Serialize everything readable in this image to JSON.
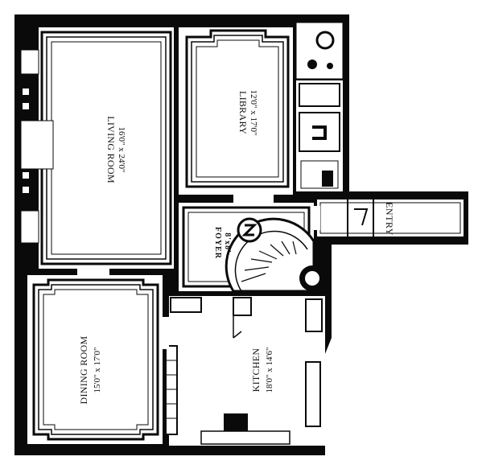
{
  "rooms": {
    "living": {
      "name": "LIVING ROOM",
      "size": "16'0\" x 24'0\""
    },
    "library": {
      "name": "LIBRARY",
      "size": "12'0\" x 17'0\""
    },
    "foyer": {
      "name": "FOYER",
      "size": "8'x8'"
    },
    "dining": {
      "name": "DINING ROOM",
      "size": "15'0\" x 17'0\""
    },
    "kitchen": {
      "name": "KITCHEN",
      "size": "18'0\" x 14'6\""
    },
    "entry": {
      "name": "ENTRY"
    }
  },
  "colors": {
    "wall": "#0a0a0a",
    "paper": "#ffffff"
  }
}
